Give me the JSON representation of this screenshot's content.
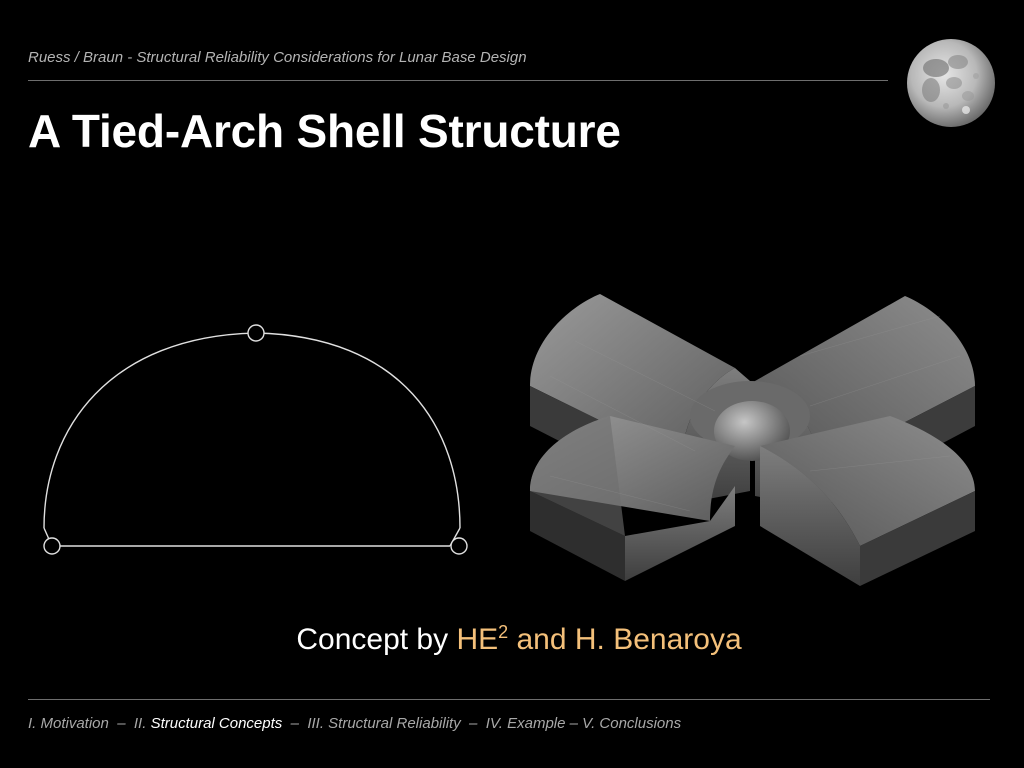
{
  "header": {
    "running_title": "Ruess / Braun - Structural Reliability Considerations for Lunar Base Design"
  },
  "slide": {
    "title": "A Tied-Arch Shell Structure"
  },
  "caption": {
    "prefix": "Concept by ",
    "he": "HE",
    "he_sup": "2",
    "authors": " and H. Benaroya"
  },
  "footer": {
    "nav_1": "I. Motivation",
    "sep_1": "  –  ",
    "nav_2_num": "II. ",
    "nav_2_label": "Structural Concepts",
    "sep_2": "  –  ",
    "nav_3": "III. Structural Reliability",
    "sep_3": "  –  ",
    "nav_4": "IV. Example",
    "sep_4": " – ",
    "nav_5": "V. Conclusions"
  },
  "colors": {
    "background": "#000000",
    "title": "#ffffff",
    "accent": "#f4c07a",
    "muted_text": "#b4b4b4"
  },
  "icons": {
    "moon": "moon-photo",
    "arch": "three-hinged-tied-arch-diagram",
    "shell": "cross-shaped-shell-structure-render"
  }
}
